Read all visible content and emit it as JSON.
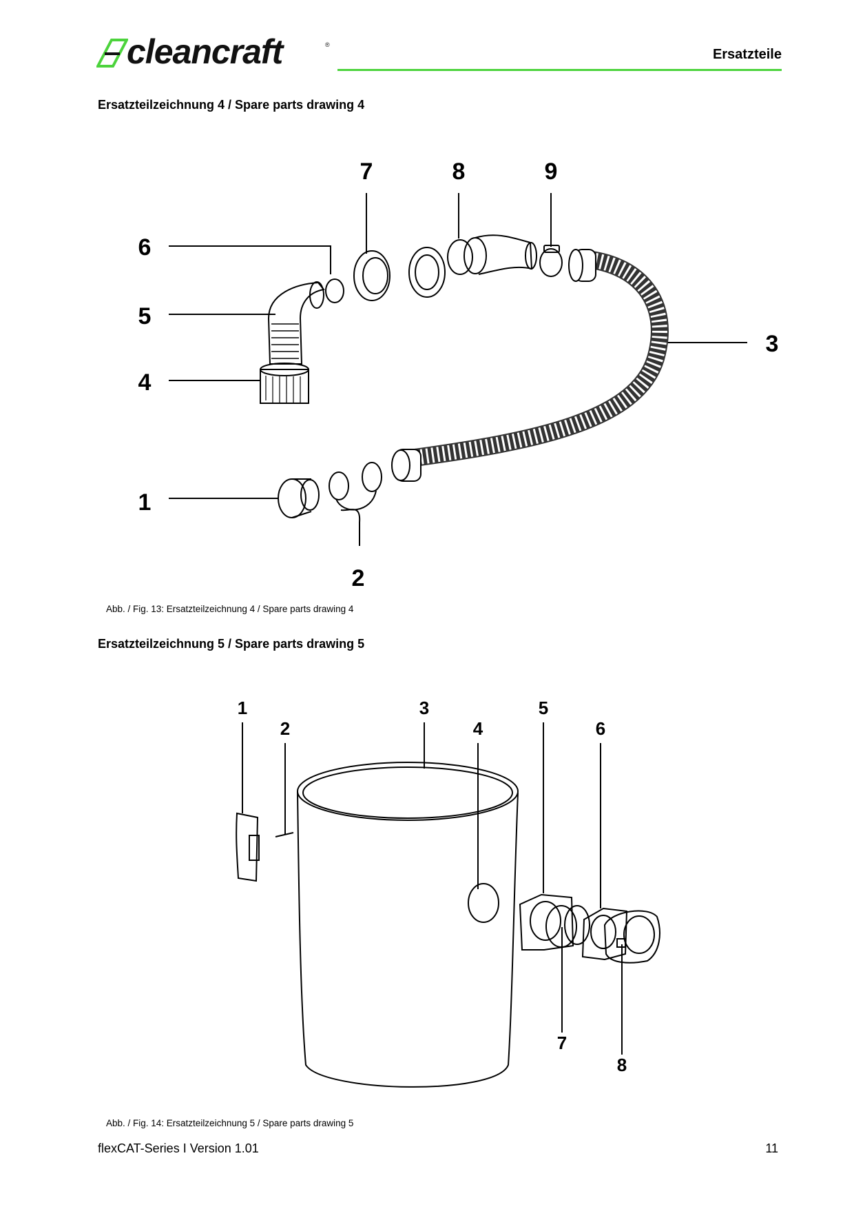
{
  "header": {
    "brand": "cleancraft",
    "brand_mark": "®",
    "section": "Ersatzteile",
    "accent_color": "#4cd33c"
  },
  "drawing4": {
    "title": "Ersatzteilzeichnung 4 / Spare parts drawing 4",
    "caption": "Abb. / Fig. 13: Ersatzteilzeichnung 4 / Spare parts drawing 4",
    "labels": [
      "1",
      "2",
      "3",
      "4",
      "5",
      "6",
      "7",
      "8",
      "9"
    ]
  },
  "drawing5": {
    "title": "Ersatzteilzeichnung 5 / Spare parts drawing 5",
    "caption": "Abb. / Fig. 14: Ersatzteilzeichnung 5 / Spare parts drawing 5",
    "labels": [
      "1",
      "2",
      "3",
      "4",
      "5",
      "6",
      "7",
      "8"
    ]
  },
  "footer": {
    "doc": "flexCAT-Series I Version 1.01",
    "page": "11"
  }
}
